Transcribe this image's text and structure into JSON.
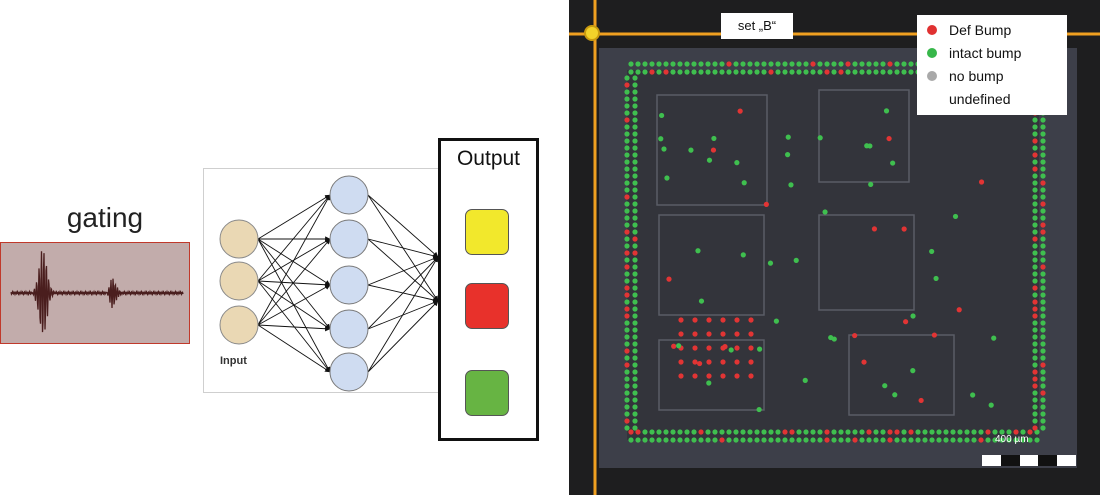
{
  "gating": {
    "title": "gating"
  },
  "network": {
    "input_label": "Input"
  },
  "output": {
    "title": "Output",
    "swatches": [
      "#f2e82c",
      "#e8312b",
      "#67b443"
    ]
  },
  "image": {
    "set_label": "set „B“",
    "legend": [
      {
        "label": "Def Bump",
        "color": "#e03131"
      },
      {
        "label": "intact bump",
        "color": "#37b74a"
      },
      {
        "label": "no bump",
        "color": "#a9a9a9"
      },
      {
        "label": "undefined",
        "color": ""
      }
    ],
    "scale_label": "400 µm"
  }
}
